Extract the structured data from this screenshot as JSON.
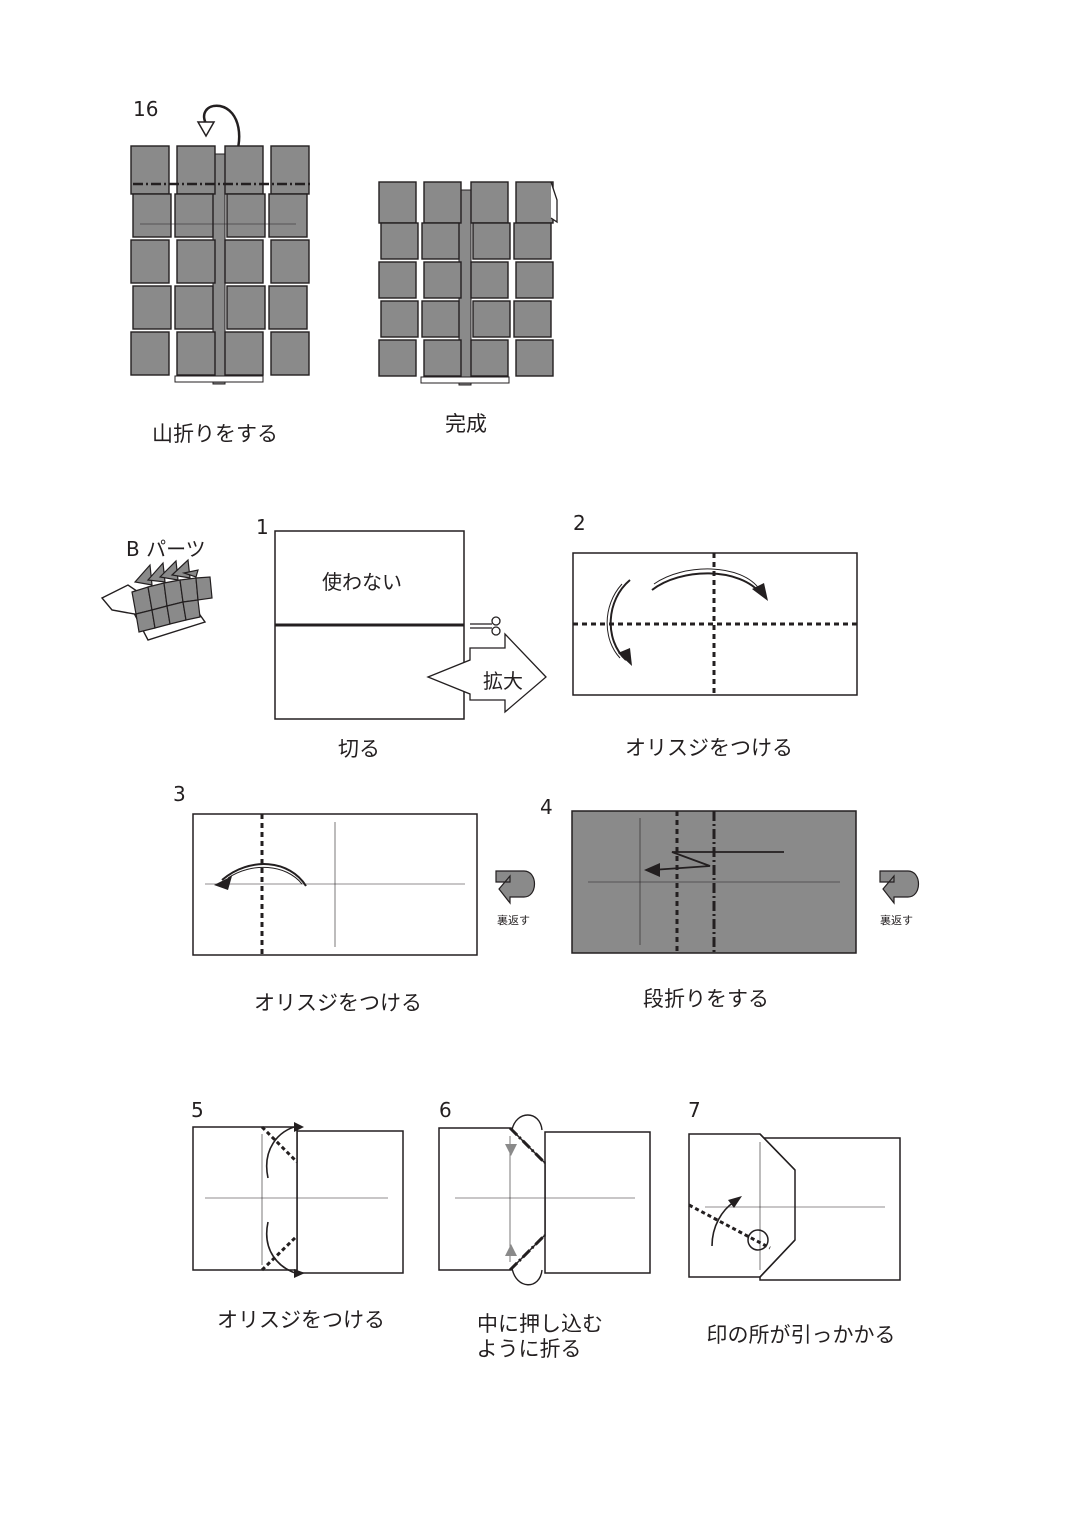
{
  "colors": {
    "gray": "#8a8a8a",
    "line": "#231f20",
    "paper": "#ffffff"
  },
  "steps": {
    "s16": {
      "number": "16",
      "caption": "山折りをする"
    },
    "done": {
      "caption": "完成"
    },
    "bpart": {
      "title": "B パーツ"
    },
    "s1": {
      "number": "1",
      "label_top": "使わない",
      "label_arrow": "拡大",
      "caption": "切る",
      "icon": "scissors-icon"
    },
    "s2": {
      "number": "2",
      "caption": "オリスジをつける"
    },
    "s3": {
      "number": "3",
      "caption": "オリスジをつける",
      "flip": "裏返す"
    },
    "s4": {
      "number": "4",
      "caption": "段折りをする",
      "flip": "裏返す"
    },
    "s5": {
      "number": "5",
      "caption": "オリスジをつける"
    },
    "s6": {
      "number": "6",
      "caption_line1": "中に押し込む",
      "caption_line2": "ように折る"
    },
    "s7": {
      "number": "7",
      "caption": "印の所が引っかかる"
    }
  }
}
